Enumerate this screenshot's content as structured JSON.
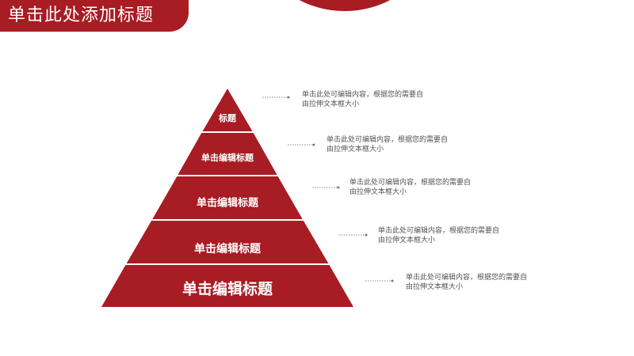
{
  "slide": {
    "title": "单击此处添加标题",
    "accent_color": "#a81c24"
  },
  "pyramid": {
    "tiers": [
      {
        "label": "标题"
      },
      {
        "label": "单击编辑标题"
      },
      {
        "label": "单击编辑标题"
      },
      {
        "label": "单击编辑标题"
      },
      {
        "label": "单击编辑标题"
      }
    ]
  },
  "descriptions": [
    {
      "text": "单击此处可编辑内容，根据您的需要自由拉伸文本框大小"
    },
    {
      "text": "单击此处可编辑内容，根据您的需要自由拉伸文本框大小"
    },
    {
      "text": "单击此处可编辑内容，根据您的需要自由拉伸文本框大小"
    },
    {
      "text": "单击此处可编辑内容，根据您的需要自由拉伸文本框大小"
    },
    {
      "text": "单击此处可编辑内容，根据您的需要自由拉伸文本框大小"
    }
  ]
}
